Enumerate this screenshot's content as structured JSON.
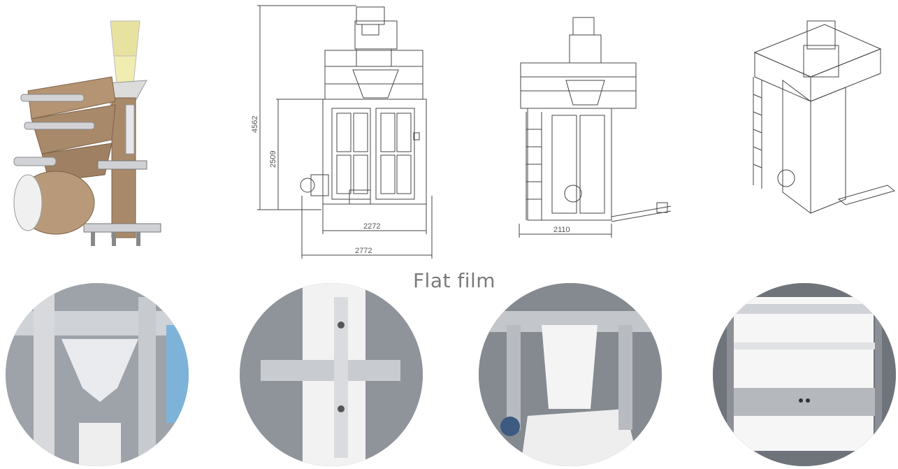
{
  "caption": "Flat film",
  "dimensions": {
    "total_height": "4562",
    "platform_height": "2509",
    "frame_width": "2272",
    "overall_width": "2772",
    "side_width": "2110"
  },
  "colors": {
    "paper_film": "#a8896a",
    "product_yellow": "#e8e2a0",
    "steel": "#c9ccd1",
    "line": "#444444"
  }
}
